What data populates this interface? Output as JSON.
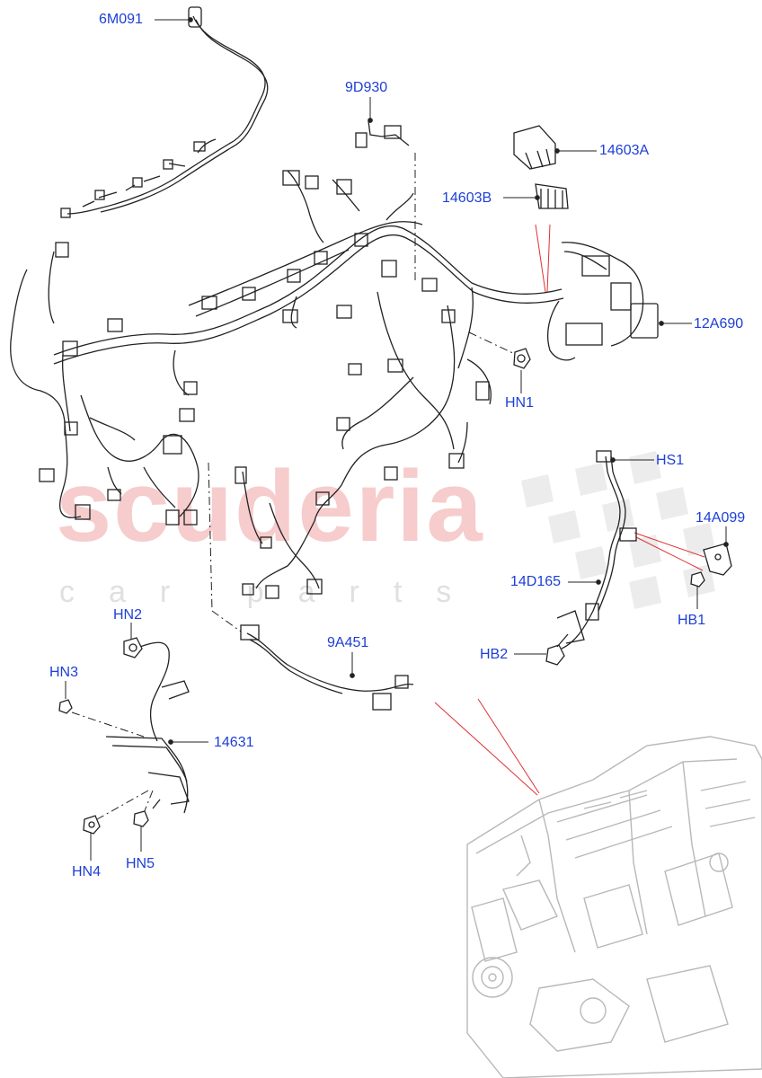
{
  "watermark": {
    "brand": "scuderia",
    "tagline": "car parts"
  },
  "callouts": {
    "c_6m091": "6M091",
    "c_9d930": "9D930",
    "c_14603a": "14603A",
    "c_14603b": "14603B",
    "c_12a690": "12A690",
    "c_hn1": "HN1",
    "c_hs1": "HS1",
    "c_14a099": "14A099",
    "c_14d165": "14D165",
    "c_hb1": "HB1",
    "c_hb2": "HB2",
    "c_hn2": "HN2",
    "c_hn3": "HN3",
    "c_9a451": "9A451",
    "c_14631": "14631",
    "c_hn4": "HN4",
    "c_hn5": "HN5"
  },
  "colors": {
    "label": "#1d3fd6",
    "reference_line": "#e03030",
    "part_line": "#222222",
    "engine_line": "#b8b8b8"
  }
}
